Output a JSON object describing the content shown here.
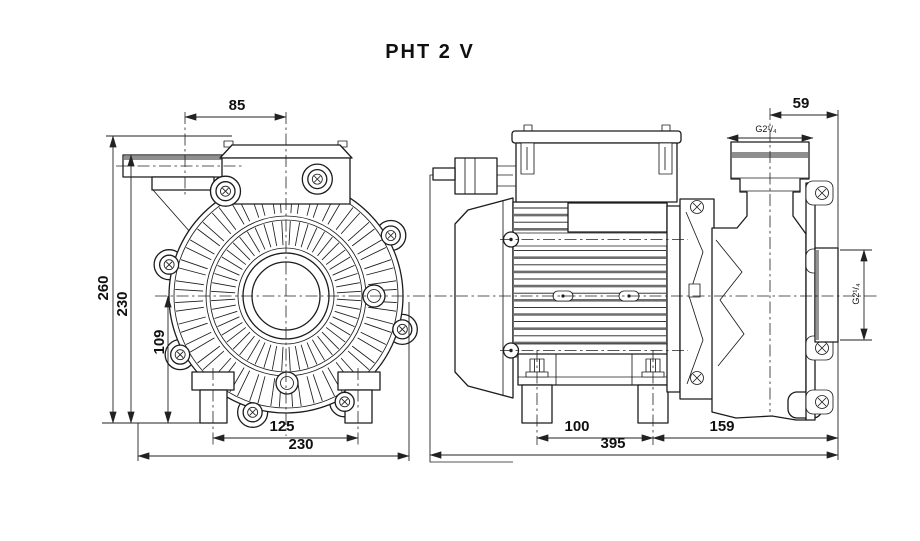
{
  "title": "PHT 2 V",
  "front_view": {
    "dims": {
      "port_to_axis": "85",
      "overall_height": "260",
      "body_height": "230",
      "axis_to_base": "109",
      "foot_spacing": "125",
      "overall_width": "230"
    }
  },
  "side_view": {
    "dims": {
      "port_to_face": "59",
      "discharge_thread": "G2¹/₄",
      "suction_thread": "G2¹/₄",
      "foot_spacing": "100",
      "foot_to_face": "159",
      "overall_length": "395"
    }
  }
}
